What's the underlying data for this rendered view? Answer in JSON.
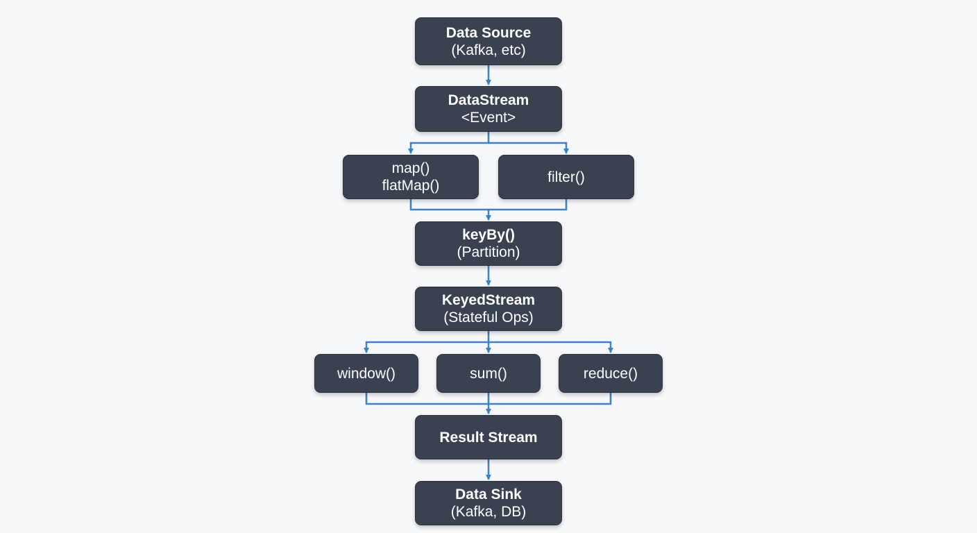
{
  "colors": {
    "background": "#f7f8f9",
    "node_fill": "#3a4150",
    "node_text": "#ffffff",
    "connector": "#3b7fcf"
  },
  "nodes": {
    "data_source": {
      "line1": "Data Source",
      "line2": "(Kafka, etc)"
    },
    "datastream": {
      "line1": "DataStream",
      "line2": "<Event>"
    },
    "map": {
      "line1": "map()",
      "line2": "flatMap()"
    },
    "filter": {
      "line1": "filter()"
    },
    "keyby": {
      "line1": "keyBy()",
      "line2": "(Partition)"
    },
    "keyedstream": {
      "line1": "KeyedStream",
      "line2": "(Stateful Ops)"
    },
    "window": {
      "line1": "window()"
    },
    "sum": {
      "line1": "sum()"
    },
    "reduce": {
      "line1": "reduce()"
    },
    "result_stream": {
      "line1": "Result Stream"
    },
    "data_sink": {
      "line1": "Data Sink",
      "line2": "(Kafka, DB)"
    }
  }
}
